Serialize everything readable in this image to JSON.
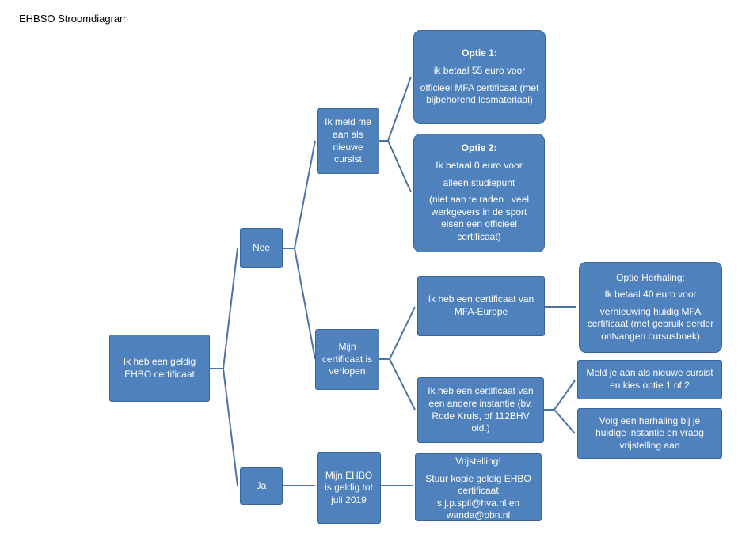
{
  "title": "EHBSO Stroomdiagram",
  "nodes": {
    "root": {
      "label": "Ik heb een geldig EHBO certificaat"
    },
    "nee": {
      "label": "Nee"
    },
    "ja": {
      "label": "Ja"
    },
    "new_student": {
      "label": "Ik meld me aan als nieuwe cursist"
    },
    "expired": {
      "label": "Mijn certificaat is verlopen"
    },
    "valid_until": {
      "label": "Mijn EHBO is geldig tot juli 2019"
    },
    "option1": {
      "heading": "Optie 1:",
      "line1": "ik betaal  55 euro voor",
      "line2": "officieel MFA certificaat (met bijbehorend lesmateriaal)"
    },
    "option2": {
      "heading": "Optie 2:",
      "line1": "Ik betaal 0 euro voor",
      "line2": "alleen studiepunt",
      "line3": "(niet aan te raden , veel werkgevers in de sport eisen een officieel certificaat)"
    },
    "cert_mfa": {
      "label": "Ik heb een certificaat van MFA-Europe"
    },
    "cert_other": {
      "label": "Ik heb een certificaat van een andere instantie (bv. Rode Kruis, of 112BHV oid.)"
    },
    "option_repeat": {
      "heading": "Optie Herhaling:",
      "line1": "Ik betaal 40 euro voor",
      "line2": "vernieuwing huidig MFA certificaat  (met gebruik eerder ontvangen cursusboek)"
    },
    "register_new": {
      "label": "Meld je aan als nieuwe cursist en kies optie 1 of 2"
    },
    "repeat_current": {
      "label": "Volg een herhaling bij je huidige instantie en vraag vrijstelling aan"
    },
    "exemption": {
      "heading": "Vrijstelling!",
      "line1": "Stuur kopie geldig EHBO certificaat",
      "line2": "s.j.p.spil@hva.nl en wanda@pbn.nl"
    }
  },
  "colors": {
    "node_fill": "#4f81bd",
    "node_border": "#3a6596",
    "connector": "#4a74a8",
    "node_text": "#ffffff"
  }
}
